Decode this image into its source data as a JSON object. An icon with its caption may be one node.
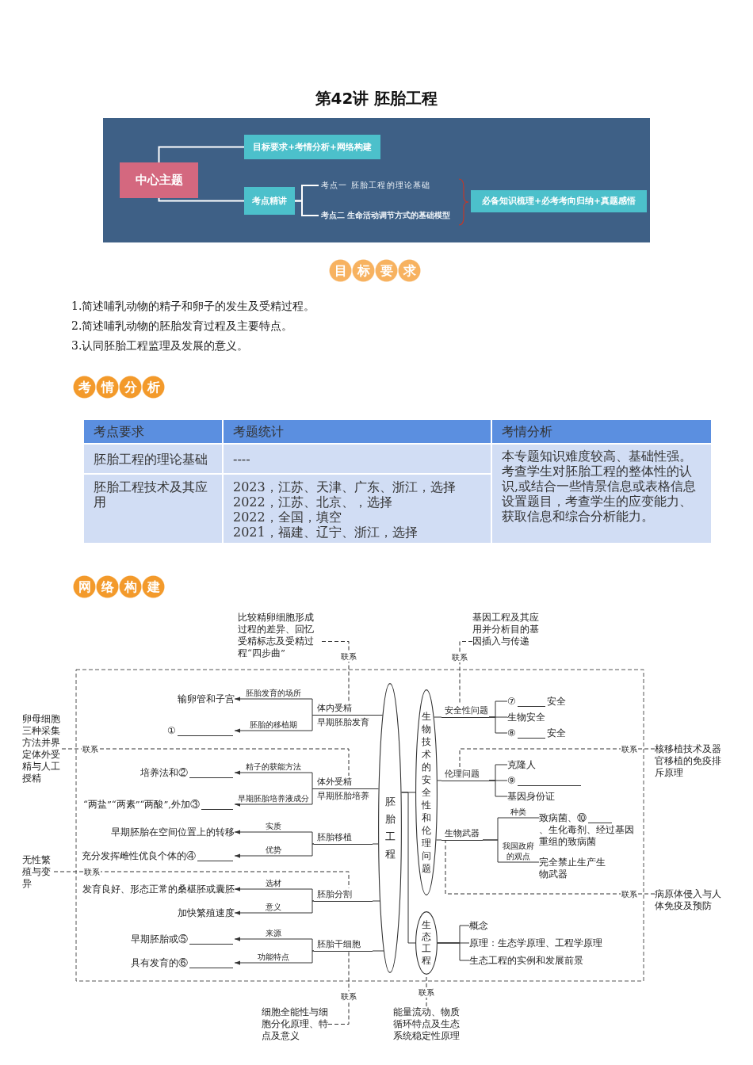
{
  "diagram": {
    "title": "第42讲 胚胎工程",
    "nodes": [
      {
        "text": [
          "中心主题"
        ]
      },
      {
        "text": [
          "目标要求+考情分析+网络构建"
        ]
      },
      {
        "text": [
          "考点精讲"
        ]
      },
      {
        "text": [
          "考点一 胚胎工程的理论基础"
        ]
      },
      {
        "text": [
          "考点二 生命活动调节方式的基础模型"
        ]
      },
      {
        "text": [
          "必备知识梳理+必考考向归纳+真题感悟"
        ]
      },
      {
        "text": [
          "比较精卵细胞形成过程的差异、回忆受精标志及受精过程“四步曲”"
        ]
      },
      {
        "text": [
          "基因工程及其应用并分析目的基因插入与传递"
        ]
      },
      {
        "text": [
          "输卵管和子宫"
        ]
      },
      {
        "text": [
          "①"
        ]
      },
      {
        "text": [
          "卵母细胞三种采集方法并界定体外受精与人工授精"
        ]
      },
      {
        "text": [
          "培养法和②"
        ]
      },
      {
        "text": [
          "“两盐”“两素”“两酸”,外加③"
        ]
      },
      {
        "text": [
          "早期胚胎在空间位置上的转移"
        ]
      },
      {
        "text": [
          "无性繁殖与变异"
        ]
      },
      {
        "text": [
          "充分发挥雌性优良个体的④"
        ]
      },
      {
        "text": [
          "发育良好、形态正常的桑椹胚或囊胚"
        ]
      },
      {
        "text": [
          "加快繁殖速度"
        ]
      },
      {
        "text": [
          "早期胚胎或⑤"
        ]
      },
      {
        "text": [
          "具有发育的⑥"
        ]
      },
      {
        "text": [
          "体内受精",
          "早期胚胎发育"
        ]
      },
      {
        "text": [
          "体外受精",
          "早期胚胎培养"
        ]
      },
      {
        "text": [
          "胚胎移植"
        ]
      },
      {
        "text": [
          "胚胎分割"
        ]
      },
      {
        "text": [
          "胚胎干细胞"
        ]
      },
      {
        "text": [
          "胚胎工程"
        ]
      },
      {
        "text": [
          "生物技术的安全性和伦理问题"
        ]
      },
      {
        "text": [
          "安全性问题"
        ]
      },
      {
        "text": [
          "⑦",
          "安全"
        ]
      },
      {
        "text": [
          "生物安全"
        ]
      },
      {
        "text": [
          "⑧",
          "安全"
        ]
      },
      {
        "text": [
          "核移植技术及器官移植的免疫排斥原理"
        ]
      },
      {
        "text": [
          "伦理问题"
        ]
      },
      {
        "text": [
          "克隆人"
        ]
      },
      {
        "text": [
          "⑨"
        ]
      },
      {
        "text": [
          "基因身份证"
        ]
      },
      {
        "text": [
          "生物武器"
        ]
      },
      {
        "text": [
          "致病菌、⑩",
          "、生化毒剂、经过基因重组的致病菌"
        ]
      },
      {
        "text": [
          "病原体侵入与人体免疫及预防"
        ]
      },
      {
        "text": [
          "完全禁止生产生物武器"
        ]
      },
      {
        "text": [
          "生态工程"
        ]
      },
      {
        "text": [
          "概念"
        ]
      },
      {
        "text": [
          "原理：生态学原理、工程学原理"
        ]
      },
      {
        "text": [
          "生态工程的实例和发展前景"
        ]
      },
      {
        "text": [
          "细胞全能性与细胞分化原理、特点及意义"
        ]
      },
      {
        "text": [
          "能量流动、物质循环特点及生态系统稳定性原理"
        ]
      }
    ],
    "edges": [
      {
        "from": 0,
        "to": 1,
        "arrow": "none",
        "color": "#ffffff"
      },
      {
        "from": 0,
        "to": 2,
        "arrow": "none",
        "color": "#ffffff"
      },
      {
        "from": 2,
        "to": 3,
        "arrow": "none",
        "color": "#ffffff"
      },
      {
        "from": 2,
        "to": 4,
        "arrow": "none",
        "color": "#ffffff"
      },
      {
        "from": 6,
        "to": 20,
        "arrow": "none",
        "style": "dashed",
        "label": "联系"
      },
      {
        "from": 7,
        "to": 27,
        "arrow": "none",
        "style": "dashed",
        "label": "联系"
      },
      {
        "from": 10,
        "to": 21,
        "arrow": "none",
        "style": "dashed",
        "label": "联系"
      },
      {
        "from": 31,
        "to": 32,
        "arrow": "none",
        "style": "dashed",
        "label": "联系"
      },
      {
        "from": 14,
        "to": 23,
        "arrow": "none",
        "style": "dashed",
        "label": "联系"
      },
      {
        "from": 38,
        "to": 36,
        "arrow": "none",
        "style": "dashed",
        "label": "联系"
      },
      {
        "from": 44,
        "to": 24,
        "arrow": "none",
        "style": "dashed",
        "label": "联系"
      },
      {
        "from": 45,
        "to": 40,
        "arrow": "none",
        "style": "dashed",
        "label": "联系"
      },
      {
        "from": 20,
        "to": 8,
        "arrow": "to",
        "label": "胚胎发育的场所"
      },
      {
        "from": 20,
        "to": 9,
        "arrow": "to",
        "label": "胚胎的移植期"
      },
      {
        "from": 21,
        "to": 11,
        "arrow": "to",
        "label": "精子的获能方法"
      },
      {
        "from": 21,
        "to": 12,
        "arrow": "to",
        "label": "早期胚胎培养液成分"
      },
      {
        "from": 22,
        "to": 13,
        "arrow": "to",
        "label": "实质"
      },
      {
        "from": 22,
        "to": 15,
        "arrow": "to",
        "label": "优势"
      },
      {
        "from": 23,
        "to": 16,
        "arrow": "to",
        "label": "选材"
      },
      {
        "from": 23,
        "to": 17,
        "arrow": "to",
        "label": "意义"
      },
      {
        "from": 24,
        "to": 18,
        "arrow": "to",
        "label": "来源"
      },
      {
        "from": 24,
        "to": 19,
        "arrow": "to",
        "label": "功能特点"
      },
      {
        "from": 25,
        "to": 20,
        "arrow": "none"
      },
      {
        "from": 25,
        "to": 21,
        "arrow": "none"
      },
      {
        "from": 25,
        "to": 22,
        "arrow": "none"
      },
      {
        "from": 25,
        "to": 23,
        "arrow": "none"
      },
      {
        "from": 25,
        "to": 24,
        "arrow": "none"
      },
      {
        "from": 25,
        "to": 26,
        "arrow": "none"
      },
      {
        "from": 25,
        "to": 40,
        "arrow": "none"
      },
      {
        "from": 26,
        "to": 27,
        "arrow": "none"
      },
      {
        "from": 26,
        "to": 32,
        "arrow": "none"
      },
      {
        "from": 26,
        "to": 36,
        "arrow": "none"
      },
      {
        "from": 27,
        "to": 28,
        "arrow": "none"
      },
      {
        "from": 27,
        "to": 29,
        "arrow": "none"
      },
      {
        "from": 27,
        "to": 30,
        "arrow": "none"
      },
      {
        "from": 32,
        "to": 33,
        "arrow": "none"
      },
      {
        "from": 32,
        "to": 34,
        "arrow": "none"
      },
      {
        "from": 32,
        "to": 35,
        "arrow": "none"
      },
      {
        "from": 36,
        "to": 37,
        "arrow": "none",
        "label": "种类"
      },
      {
        "from": 36,
        "to": 39,
        "arrow": "none",
        "label": "我国政府的观点"
      },
      {
        "from": 40,
        "to": 41,
        "arrow": "none"
      },
      {
        "from": 40,
        "to": 42,
        "arrow": "none"
      },
      {
        "from": 40,
        "to": 43,
        "arrow": "none"
      }
    ],
    "labels": [
      "目标要求",
      "1.简述哺乳动物的精子和卵子的发生及受精过程。",
      "2.简述哺乳动物的胚胎发育过程及主要特点。",
      "3.认同胚胎工程监理及发展的意义。",
      "考情分析",
      "考点要求",
      "考题统计",
      "考情分析",
      "胚胎工程的理论基础",
      "----",
      "本专题知识难度较高、基础性强。考查学生对胚胎工程的整体性的认识,或结合一些情景信息或表格信息设置题目，考查学生的应变能力、获取信息和综合分析能力。",
      "胚胎工程技术及其应用",
      "2023，江苏、天津、广东、浙江，选择",
      "2022，江苏、北京、，选择",
      "2022，全国，填空",
      "2021，福建、辽宁、浙江，选择",
      "网络构建"
    ]
  }
}
